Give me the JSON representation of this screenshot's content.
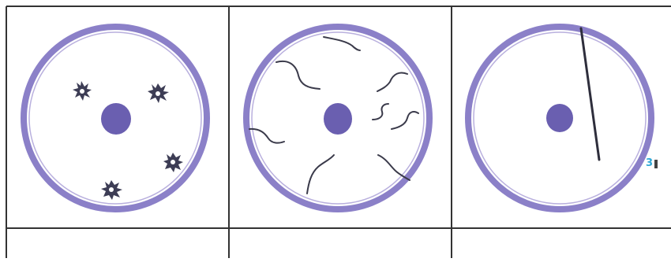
{
  "panels": [
    {
      "id": "panel-1",
      "content": "cell-with-star-shaped-particles"
    },
    {
      "id": "panel-2",
      "content": "cell-with-scattered-curved-threads"
    },
    {
      "id": "panel-3",
      "content": "cell-with-single-long-rod"
    }
  ],
  "artifact_label": "3",
  "colors": {
    "grid_line": "#333333",
    "membrane": "#8b80c8",
    "membrane_inner": "#b9b0de",
    "nucleus": "#6a5fb0",
    "thread": "#3a3a4a",
    "label": "#2fa7d6"
  }
}
